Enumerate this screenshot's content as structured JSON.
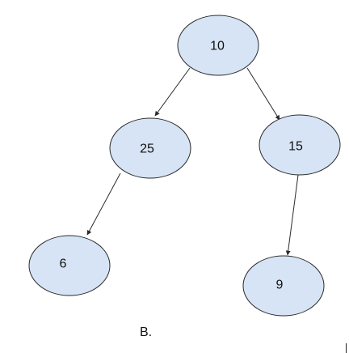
{
  "tree": {
    "nodes": [
      {
        "id": "n10",
        "label": "10"
      },
      {
        "id": "n25",
        "label": "25"
      },
      {
        "id": "n15",
        "label": "15"
      },
      {
        "id": "n6",
        "label": "6"
      },
      {
        "id": "n9",
        "label": "9"
      }
    ],
    "edges": [
      {
        "from": "n10",
        "to": "n25"
      },
      {
        "from": "n10",
        "to": "n15"
      },
      {
        "from": "n25",
        "to": "n6"
      },
      {
        "from": "n15",
        "to": "n9"
      }
    ]
  },
  "caption": "B.",
  "colors": {
    "node_fill": "#d6e4f5",
    "node_stroke": "#2b2b2b",
    "edge": "#2b2b2b",
    "text": "#111111"
  }
}
